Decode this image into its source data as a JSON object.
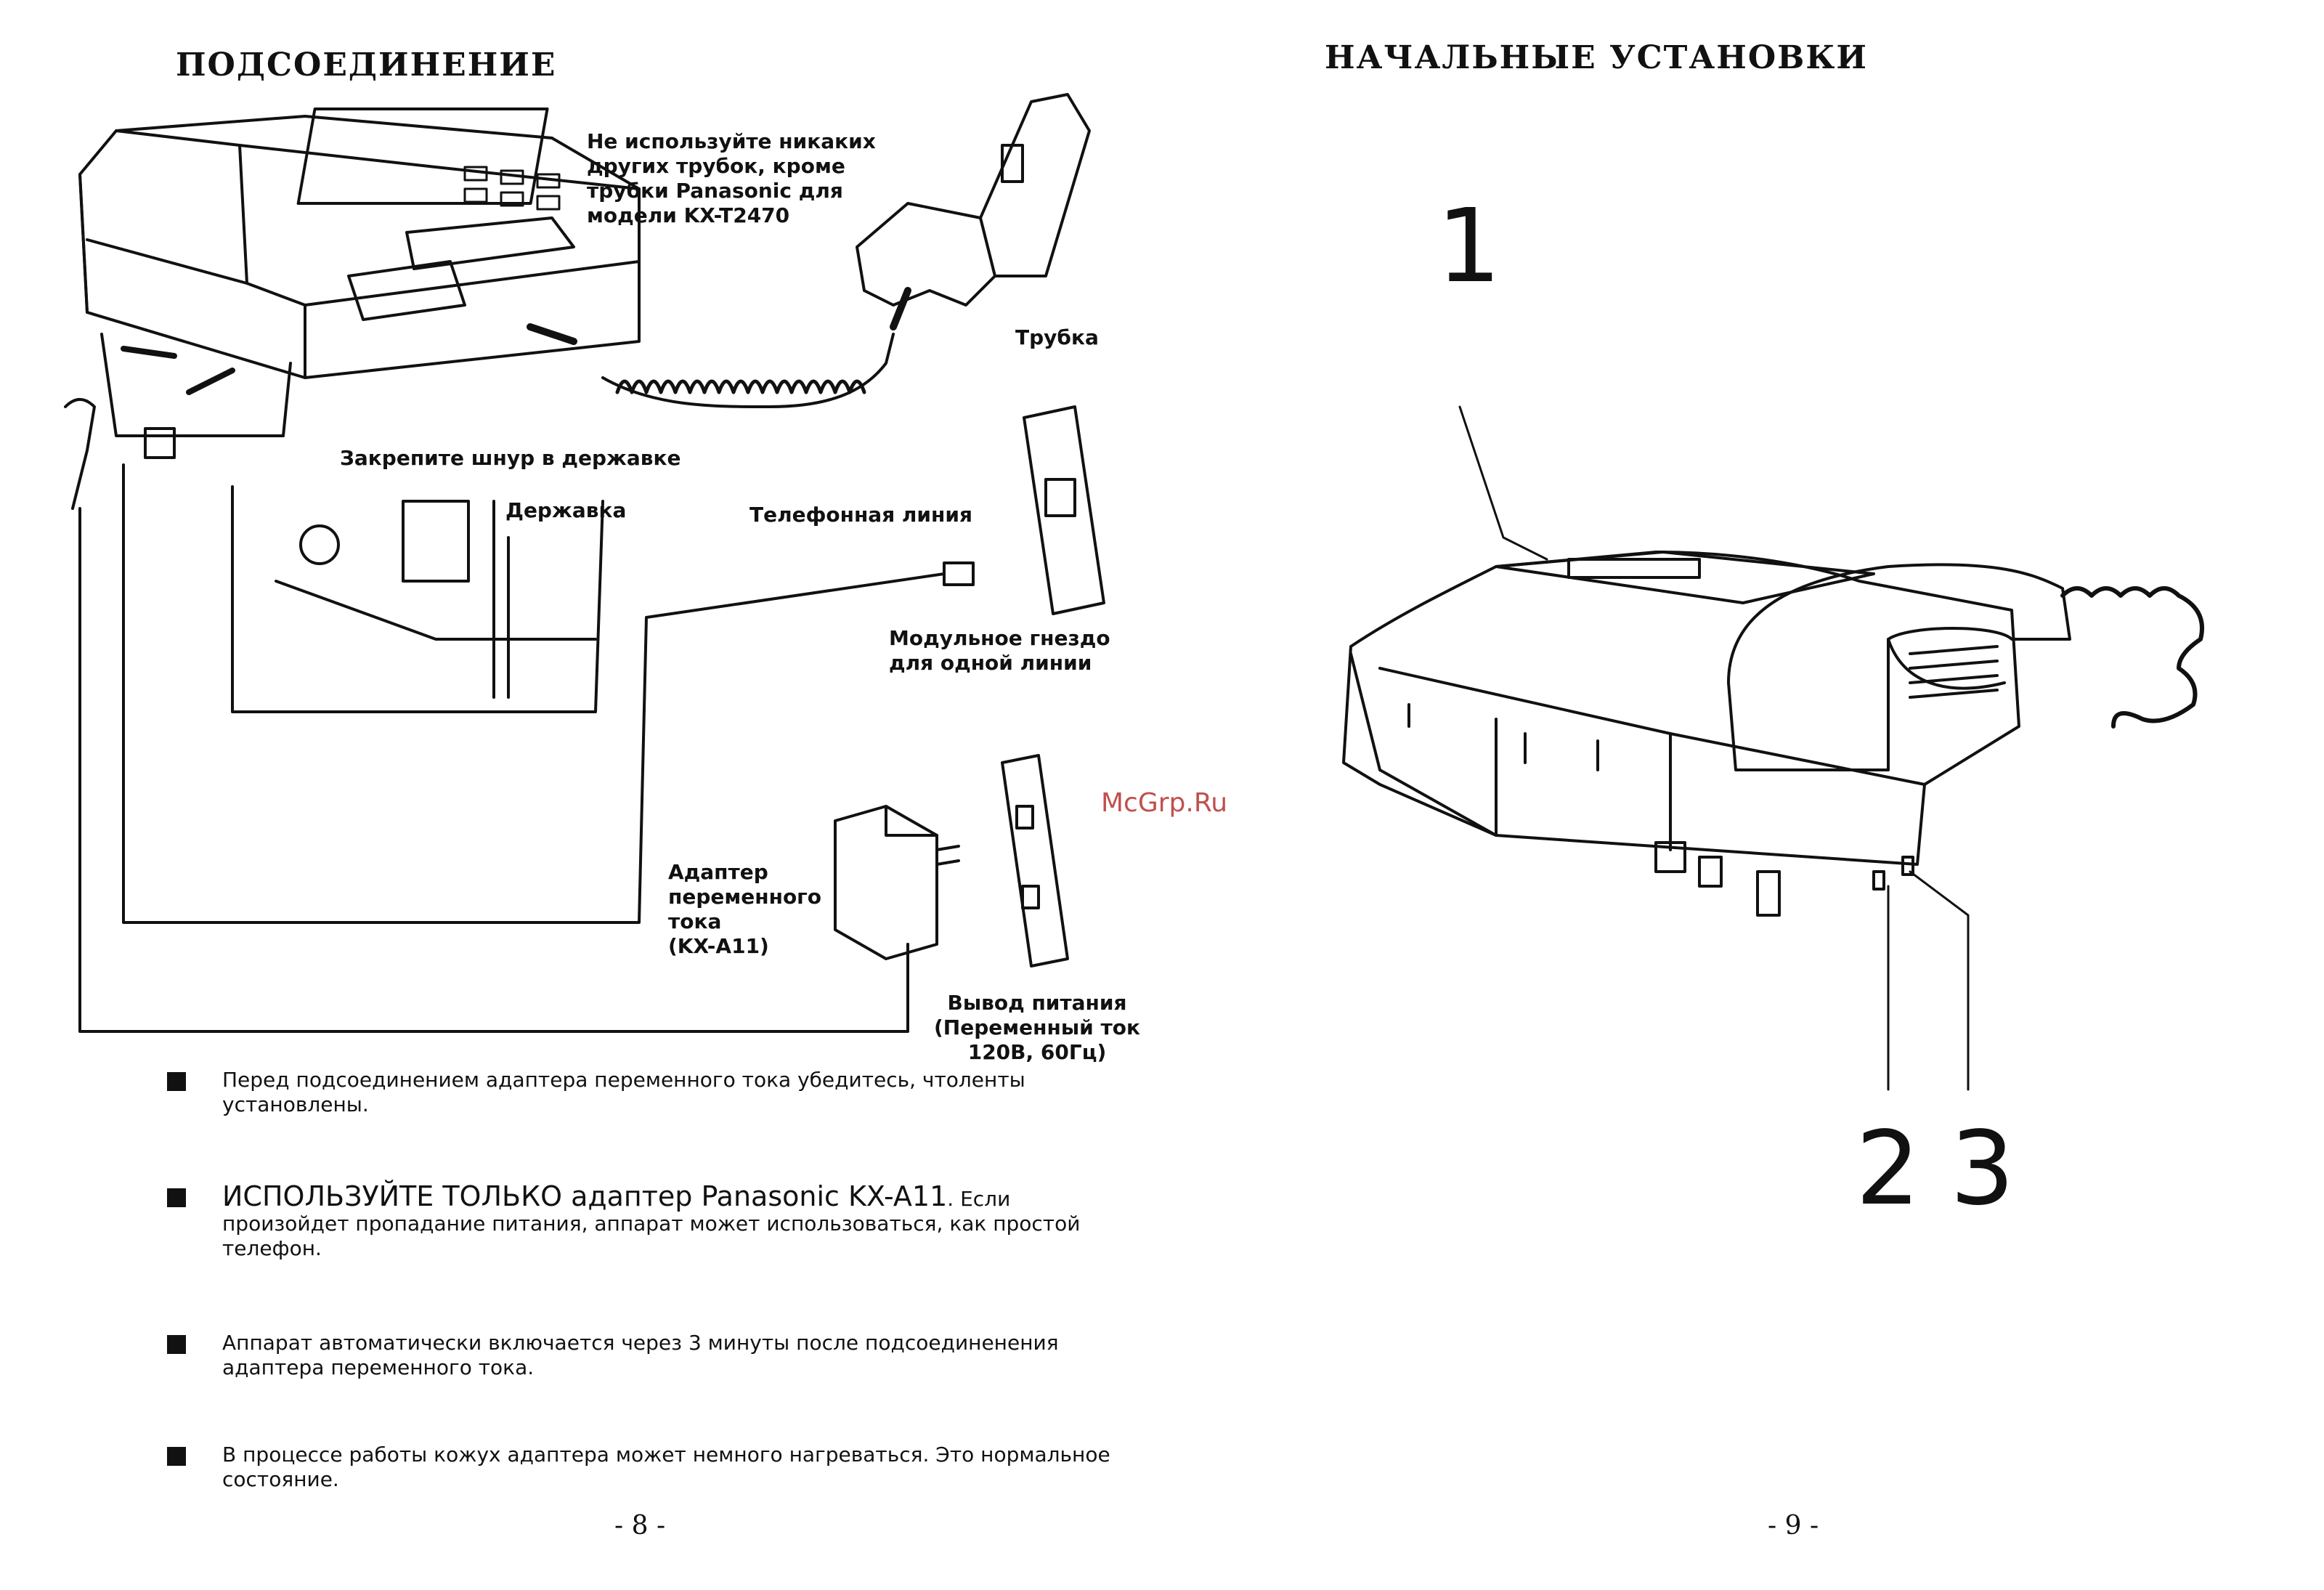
{
  "left_page": {
    "heading": "ПОДСОЕДИНЕНИЕ",
    "labels": {
      "handset_warning": "Не используйте никаких\nдругих трубок, кроме\nтрубки Panasonic для\nмодели KX-T2470",
      "handset": "Трубка",
      "fix_cord": "Закрепите шнур в державке",
      "holder": "Державка",
      "phone_line": "Телефонная линия",
      "modular_jack": "Модульное гнездо\nдля одной линии",
      "ac_adapter": "Адаптер\nпеременного\nтока\n(KX-A11)",
      "power_outlet": "Вывод питания\n(Переменный ток\n120В, 60Гц)"
    },
    "bullets": [
      {
        "text": "Перед подсоединением адаптера переменного тока убедитесь, чтоленты установлены."
      },
      {
        "emph": "ИСПОЛЬЗУЙТЕ ТОЛЬКО адаптер Panasonic KX-A11",
        "text": ". Если произойдет пропадание питания, аппарат может использоваться, как простой телефон."
      },
      {
        "text": "Аппарат автоматически включается через 3 минуты после подсоединенения адаптера переменного тока."
      },
      {
        "text": "В процессе работы кожух адаптера может немного нагреваться. Это нормальное состояние."
      }
    ],
    "page_number": "- 8 -"
  },
  "right_page": {
    "heading": "НАЧАЛЬНЫЕ УСТАНОВКИ",
    "callouts": [
      "1",
      "2",
      "3"
    ],
    "page_number": "- 9 -"
  },
  "watermark": "McGrp.Ru"
}
